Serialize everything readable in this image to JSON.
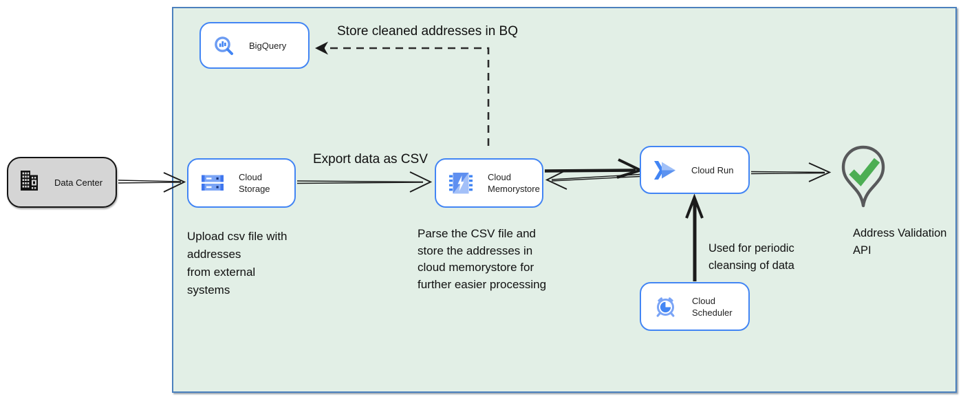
{
  "external": {
    "data_center": {
      "label": "Data Center",
      "icon": "building-icon"
    }
  },
  "nodes": {
    "bigquery": {
      "label": "BigQuery",
      "icon": "magnifier-bar-chart-icon"
    },
    "cloud_storage": {
      "label": "Cloud Storage",
      "icon": "storage-buckets-icon"
    },
    "cloud_memorystore": {
      "label": "Cloud Memorystore",
      "icon": "memory-chip-bolt-icon"
    },
    "cloud_run": {
      "label": "Cloud Run",
      "icon": "double-chevron-icon"
    },
    "cloud_scheduler": {
      "label": "Cloud Scheduler",
      "icon": "alarm-clock-icon"
    }
  },
  "annotations": {
    "store_bq": "Store cleaned addresses in BQ",
    "export_csv": "Export data as CSV",
    "upload": "Upload csv file with\naddresses\nfrom external\nsystems",
    "parse": "Parse the CSV file and\nstore the addresses in\ncloud  memorystore for\nfurther easier processing",
    "periodic": "Used for periodic\ncleansing of data",
    "address_api": "Address Validation\nAPI"
  },
  "colors": {
    "container_fill": "#e2efe6",
    "container_border": "#4b80bd",
    "node_border": "#4285f4",
    "node_fill": "#ffffff",
    "datacenter_fill": "#d5d5d5",
    "arrow_color": "#1b1b1b",
    "check_green": "#4cae53",
    "pin_gray": "#58595b"
  }
}
